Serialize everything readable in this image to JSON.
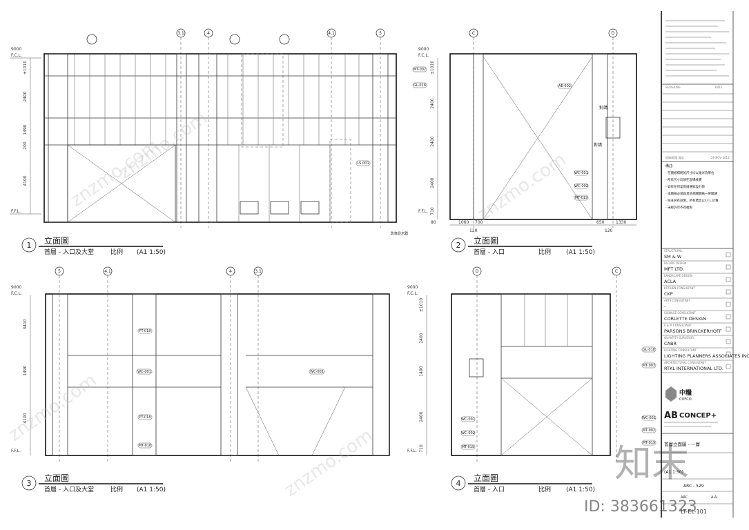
{
  "views": [
    {
      "num": "1",
      "title": "立面圖",
      "subtitle": "首層 - 入口及大堂",
      "scale_label": "比例",
      "scale": "(A1 1:50)"
    },
    {
      "num": "2",
      "title": "立面圖",
      "subtitle": "首層 - 入口",
      "scale_label": "比例",
      "scale": "(A1 1:50)"
    },
    {
      "num": "3",
      "title": "立面圖",
      "subtitle": "首層 - 入口及大堂",
      "scale_label": "比例",
      "scale": "(A1 1:50)"
    },
    {
      "num": "4",
      "title": "立面圖",
      "subtitle": "首層 - 入口",
      "scale_label": "比例",
      "scale": "(A1 1:50)"
    }
  ],
  "grid_lines": {
    "v1": [
      "3.1",
      "4",
      "4.1",
      "5"
    ],
    "v2": [
      "C",
      "D"
    ],
    "v3": [
      "5",
      "4.1",
      "4",
      "3.1"
    ],
    "v4": [
      "D",
      "C"
    ]
  },
  "levels": {
    "top": "9000",
    "fcl": "F.C.L.",
    "ffl": "F.F.L.",
    "bottom": "80"
  },
  "dims": {
    "v1_vertical": [
      "±1010",
      "2400",
      "1490",
      "200",
      "4100"
    ],
    "v2_vertical": [
      "±1010",
      "2400",
      "2400",
      "2400",
      "710"
    ],
    "v2_horizontal": [
      "1060",
      "700",
      "120",
      "650",
      "1330",
      "120"
    ],
    "v3_vertical": [
      "3410",
      "1490",
      "4100"
    ],
    "v4_vertical": [
      "±1010",
      "2400",
      "1490",
      "2400",
      "710"
    ]
  },
  "tags": {
    "v1": [
      "MT-002",
      "GL-018",
      "LS-001"
    ],
    "v2": [
      "AE-002",
      "WC-001",
      "WC-002",
      "MT-019"
    ],
    "v3": [
      "PT-018",
      "WC-001",
      "PT-018",
      "MT-018",
      "WC-001"
    ],
    "v4": [
      "GL-018",
      "MT-003",
      "WC-001",
      "MT-002",
      "MT-019",
      "WC-001",
      "WC-002",
      "MT-019"
    ]
  },
  "annotations": {
    "v1_bottom": "影像显示器",
    "v2_signs": [
      "對講",
      "對講"
    ]
  },
  "revisions": {
    "label": "REVISIONS",
    "date_label": "DATE",
    "last_entry": "初稿/初版 發送",
    "last_date": "29 NOV 2011"
  },
  "notes_title": "備註:",
  "notes": [
    "- 在圖紙標明的尺寸均以毫米為單位",
    "- 所有尺寸均須在現場核實",
    "- 如有任何差異請通知設計師",
    "- 本圖紙必須與其他相關圖紙一併閱讀",
    "- 除非另有說明，所有標高以F.F.L.計算",
    "- 未經許可不得複製"
  ],
  "consultants": [
    {
      "role": "STRUCTURAL",
      "name": "SM & W"
    },
    {
      "role": "FACADE DESIGN",
      "name": "MFT LTD."
    },
    {
      "role": "LANDSCAPE DESIGN",
      "name": "ACLA"
    },
    {
      "role": "KITCHEN CONSULTANT",
      "name": "CKP"
    },
    {
      "role": "ARTS CONSULTANT",
      "name": "-"
    },
    {
      "role": "SIGNAGE CONSULTANT",
      "name": "CORLETTE DESIGN"
    },
    {
      "role": "E & M CONSULTANT",
      "name": "PARSONS BRINCKERHOFF"
    },
    {
      "role": "QUANTITY SURVEYOR",
      "name": "CABR"
    },
    {
      "role": "LIGHTING CONSULTANT",
      "name": "LIGHTING PLANNERS ASSOCIATES INC."
    },
    {
      "role": "ARCHITECTURAL CONSULTANT",
      "name": "RTKL INTERNATIONAL LTD."
    }
  ],
  "client": {
    "name": "中糧",
    "sub": "COFCO"
  },
  "firm": {
    "name": "CONCEP+",
    "mark": "AB"
  },
  "drawing": {
    "title": "首層立面圖 - 一層",
    "scale": "(A1 1:50)",
    "project_no": "ARC - 529",
    "drawn_label": "ARC",
    "revision_label": "A.A.",
    "drawing_no": "LT-EL-101"
  },
  "watermark": {
    "text": "znzmo.com",
    "logo": "知末",
    "id": "ID: 383661323"
  }
}
